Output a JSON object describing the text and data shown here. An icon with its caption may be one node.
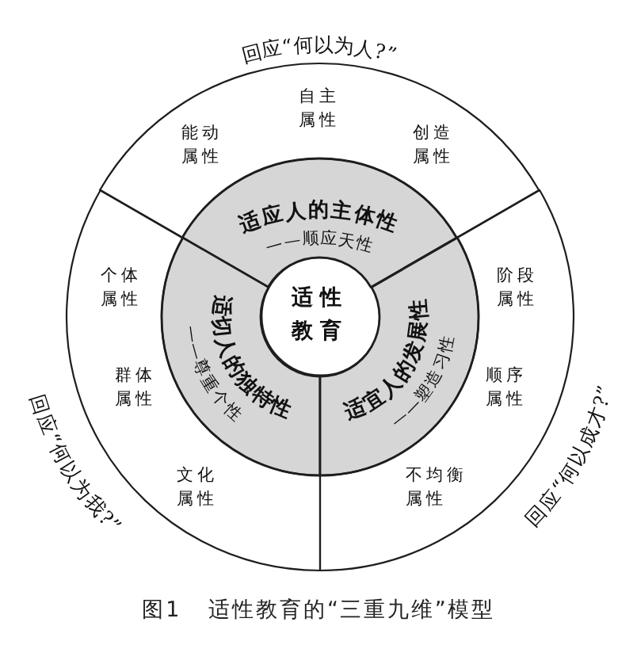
{
  "diagram": {
    "caption": "图1 适性教育的“三重九维”模型",
    "nodes": [
      {
        "text": [
          "适性教育"
        ]
      },
      {
        "text": [
          "适应人的主体性",
          "——顺应天性"
        ]
      },
      {
        "text": [
          "适切人的独特性",
          "——尊重个性"
        ]
      },
      {
        "text": [
          "适宜人的发展性",
          "——塑造习性"
        ]
      },
      {
        "text": [
          "自主属性",
          "能动属性",
          "创造属性"
        ],
        "beside": [
          "回应“何以为人?”"
        ]
      },
      {
        "text": [
          "个体属性",
          "群体属性",
          "文化属性"
        ],
        "beside": [
          "回应“何以为我?”"
        ]
      },
      {
        "text": [
          "阶段属性",
          "顺序属性",
          "不均衡属性"
        ],
        "beside": [
          "回应“何以成才?”"
        ]
      }
    ]
  }
}
